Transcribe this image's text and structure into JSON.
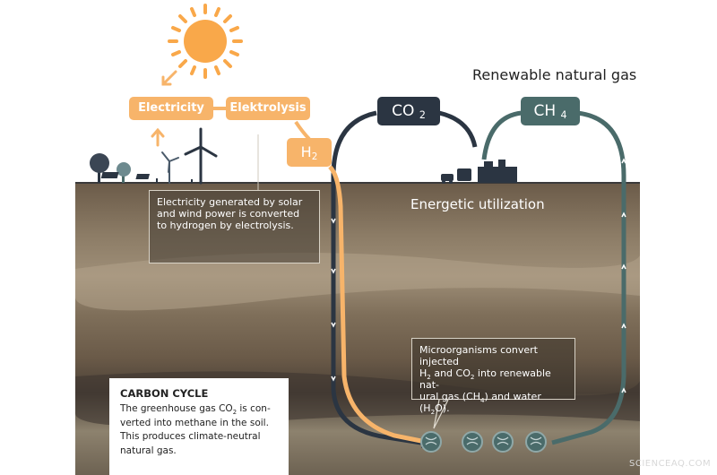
{
  "title": "Renewable natural gas",
  "energetic_utilization": "Energetic utilization",
  "boxes": {
    "electricity": "Electricity",
    "elektrolysis": "Elektrolysis",
    "h2_base": "H",
    "h2_sub": "2",
    "co2_base": "CO",
    "co2_sub": "2",
    "ch4_base": "CH",
    "ch4_sub": "4"
  },
  "callout_power": {
    "line1": "Electricity generated by solar",
    "line2": "and wind power is converted",
    "line3": "to hydrogen by electrolysis."
  },
  "callout_micro": {
    "line1": "Microorganisms convert injected",
    "line2_a": "H",
    "line2_b": "2",
    "line2_c": " and CO",
    "line2_d": "2",
    "line2_e": " into renewable nat-",
    "line3_a": "ural gas (CH",
    "line3_b": "4",
    "line3_c": ") and water (H",
    "line3_d": "2",
    "line3_e": "O)."
  },
  "carbon_cycle": {
    "heading": "CARBON CYCLE",
    "line1_a": "The greenhouse gas CO",
    "line1_b": "2",
    "line1_c": " is con-",
    "line2": "verted into methane in the soil.",
    "line3": "This produces climate-neutral",
    "line4": "natural gas."
  },
  "watermark": "SCIENCEAQ.COM",
  "colors": {
    "orange": "#f7b46a",
    "navy": "#2b3542",
    "teal": "#4a6b6a",
    "sun": "#f9a84a",
    "soil_dark": "#5c4f40",
    "soil_light": "#b3a58f"
  }
}
